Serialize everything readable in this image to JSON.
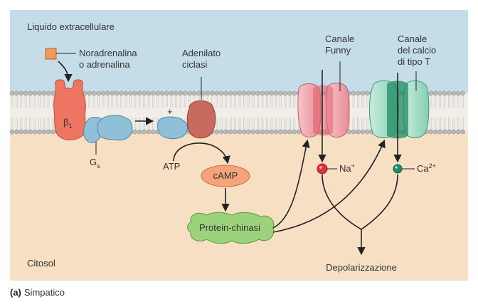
{
  "labels": {
    "extracellular": "Liquido extracellulare",
    "cytosol": "Citosol",
    "ligand_line1": "Noradrenalina",
    "ligand_line2": "o adrenalina",
    "adenylate_line1": "Adenilato",
    "adenylate_line2": "ciclasi",
    "funny_line1": "Canale",
    "funny_line2": "Funny",
    "calcium_line1": "Canale",
    "calcium_line2": "del calcio",
    "calcium_line3": "di tipo T",
    "beta_main": "β",
    "beta_sub": "1",
    "gs_main": "G",
    "gs_sub": "s",
    "plus": "+",
    "atp": "ATP",
    "camp": "cAMP",
    "pka": "Protein-chinasi",
    "na_main": "Na",
    "na_sup": "+",
    "ca_main": "Ca",
    "ca_sup": "2+",
    "depol": "Depolarizzazione"
  },
  "caption": {
    "letter": "(a)",
    "text": "Simpatico"
  },
  "colors": {
    "extracellular_bg": "#c5dde8",
    "cytosol_bg": "#f6dfc2",
    "lipid_head": "#b9b9b9",
    "receptor": "#ee7561",
    "gs_protein": "#8fc0d8",
    "adenylate_cyclase": "#c96a5e",
    "camp_fill": "#f4a37a",
    "pka_fill": "#9dd27c",
    "funny_channel": "#f2a8b0",
    "calcium_channel": "#a6dcc6",
    "na_ion": "#e0303a",
    "ca_ion": "#1d8f6a"
  }
}
